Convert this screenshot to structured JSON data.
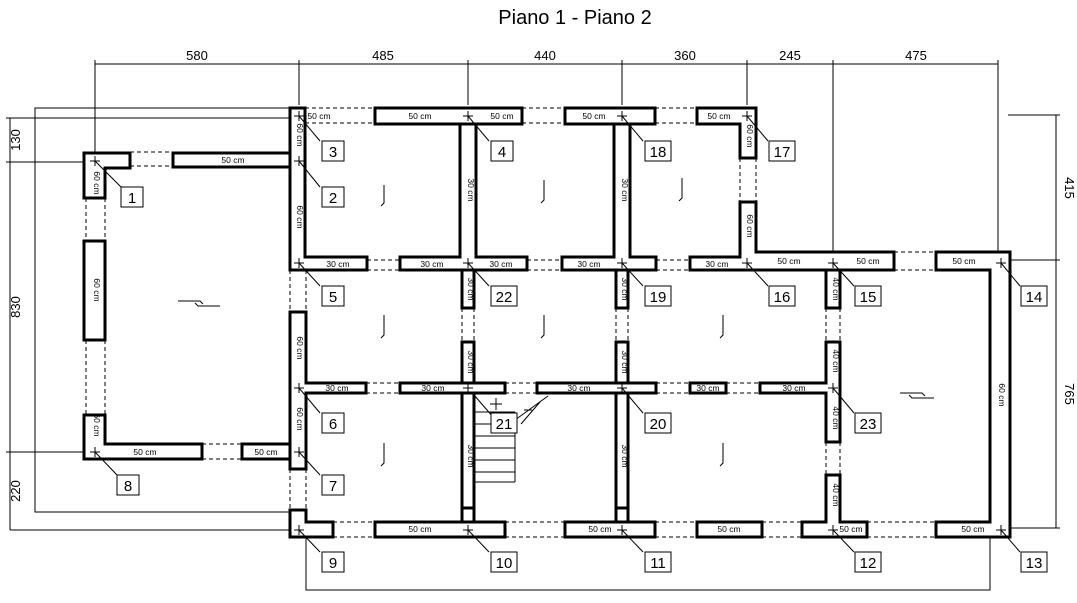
{
  "title": "Piano 1 - Piano 2",
  "dimensions": {
    "top": [
      "580",
      "485",
      "440",
      "360",
      "245",
      "475"
    ],
    "left": [
      "130",
      "830",
      "220"
    ],
    "right": [
      "415",
      "765"
    ]
  },
  "wall_labels": {
    "cm50": "50 cm",
    "cm30": "30 cm",
    "cm60": "60 cm",
    "cm40": "40 cm"
  },
  "nodes": [
    "1",
    "2",
    "3",
    "4",
    "5",
    "6",
    "7",
    "8",
    "9",
    "10",
    "11",
    "12",
    "13",
    "14",
    "15",
    "16",
    "17",
    "18",
    "19",
    "20",
    "21",
    "22",
    "23"
  ]
}
